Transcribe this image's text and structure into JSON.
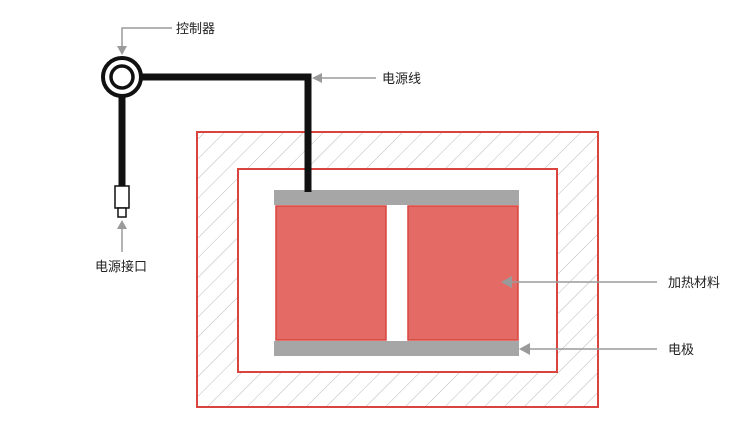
{
  "labels": {
    "controller": "控制器",
    "power_cord": "电源线",
    "power_port": "电源接口",
    "heating_material": "加热材料",
    "electrode": "电极"
  },
  "colors": {
    "outline_red": "#d9443f",
    "heating_fill": "#e46a66",
    "electrode_gray": "#a6a6a6",
    "hatch_gray": "#b9b9b9",
    "cable_black": "#111111",
    "arrow_gray": "#9a9a9a",
    "text": "#222222"
  }
}
